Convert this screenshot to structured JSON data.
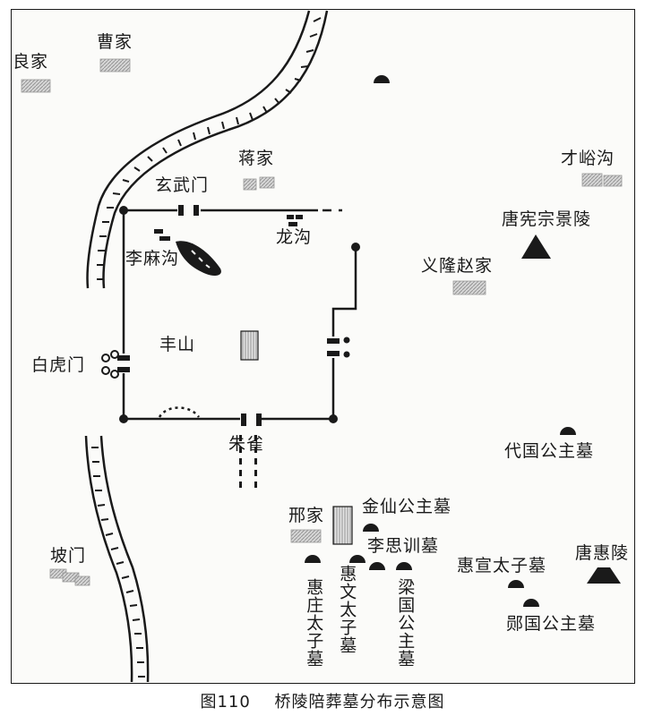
{
  "caption": {
    "figure": "图110",
    "title": "桥陵陪葬墓分布示意图"
  },
  "colors": {
    "ink": "#1a1a1a",
    "village": "#bdbdbd",
    "paper": "#fbfbf9"
  },
  "labels": {
    "liangjia": "良家",
    "caojia": "曹家",
    "jiangjia": "蒋家",
    "caiyugou": "才峪沟",
    "xuanwumen": "玄武门",
    "longgou": "龙沟",
    "limagou": "李麻沟",
    "tang_xianzong": "唐宪宗景陵",
    "yilong_zhaojia": "义隆赵家",
    "fengshan": "丰山",
    "baihumen": "白虎门",
    "zhuque": "朱雀",
    "daiguo_gongzhu": "代国公主墓",
    "xingjia": "邢家",
    "jinxian_gongzhu": "金仙公主墓",
    "li_sixun": "李思训墓",
    "huixuan_taizi": "惠宣太子墓",
    "tang_huiling": "唐惠陵",
    "pomen": "坡门",
    "huizhuang_taizi": "惠庄太子墓",
    "huiwen_taizi": "惠文太子墓",
    "liangguo_gongzhu": "梁国公主墓",
    "xiguo_gongzhu": "郧国公主墓"
  }
}
